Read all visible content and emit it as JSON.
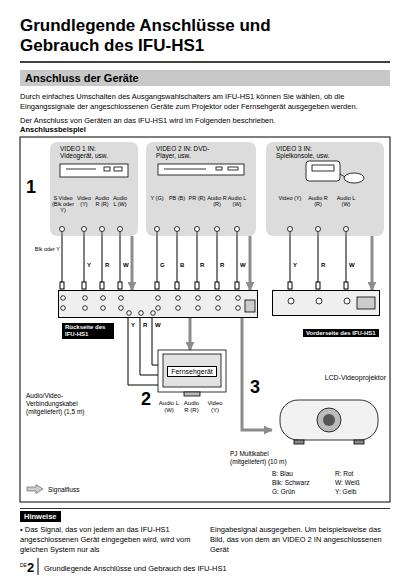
{
  "diagram": {
    "title": "Grundlegende Anschlüsse und Gebrauch des IFU-HS1",
    "nodes": [
      {
        "text": [
          "Anschluss der Geräte"
        ]
      },
      {
        "text": [
          "VIDEO 1 IN: Videogerät, usw."
        ]
      },
      {
        "text": [
          "VIDEO 2 IN: DVD-Player, usw."
        ]
      },
      {
        "text": [
          "VIDEO 3 IN: Spielkonsole, usw."
        ]
      },
      {
        "text": [
          "Rückseite des IFU-HS1"
        ]
      },
      {
        "text": [
          "Vorderseite des IFU-HS1"
        ]
      },
      {
        "text": [
          "Fernsehgerät"
        ]
      },
      {
        "text": [
          "LCD-Videoprojektor"
        ]
      },
      {
        "text": [
          "Hinweise"
        ]
      }
    ],
    "edges": [
      {
        "from": 1,
        "to": 4,
        "arrow": "to"
      },
      {
        "from": 2,
        "to": 4,
        "arrow": "to"
      },
      {
        "from": 3,
        "to": 5,
        "arrow": "to"
      },
      {
        "from": 4,
        "to": 6,
        "arrow": "to"
      },
      {
        "from": 4,
        "to": 7,
        "arrow": "to"
      }
    ],
    "labels": [
      "Durch einfaches Umschalten des Ausgangswahlschalters am IFU-HS1 können Sie wählen, ob die Eingangssignale der angeschlossenen Geräte zum Projektor oder Fernsehgerät ausgegeben werden.",
      "Der Anschluss von Geräten an das IFU-HS1 wird im Folgenden beschrieben.",
      "Anschlussbeispiel",
      "1",
      "S Video (Blk oder Y)",
      "Video (Y)",
      "Audio R (R)",
      "Audio L (W)",
      "Y (G)",
      "PB (B)",
      "PR (R)",
      "Audio R (R)",
      "Audio L (W)",
      "Video (Y)",
      "Audio R (R)",
      "Audio L (W)",
      "Blk oder Y",
      "Y",
      "R",
      "W",
      "G",
      "B",
      "R",
      "R",
      "W",
      "Y",
      "R",
      "W",
      "Y",
      "R",
      "W",
      "2",
      "Audio/Video-Verbindungskabel (mitgeliefert) (1,5 m)",
      "Audio L (W)",
      "Audio R (R)",
      "Video (Y)",
      "3",
      "PJ Multikabel (mitgeliefert) (10 m)",
      "B: Blau",
      "Blk: Schwarz",
      "G: Grün",
      "R: Rot",
      "W: Weiß",
      "Y: Gelb",
      "• Das Signal, das von jedem an das IFU-HS1 angeschlossenen Gerät eingegeben wird, wird vom gleichen System nur als",
      "Eingabesignal ausgegeben. Um beispielsweise das Bild, das von dem an VIDEO 2 IN angeschlossenen Gerät",
      "DE",
      "2",
      "Grundlegende Anschlüsse und Gebrauch des IFU-HS1"
    ],
    "legend": [
      {
        "text": "Signalfluss"
      }
    ]
  }
}
